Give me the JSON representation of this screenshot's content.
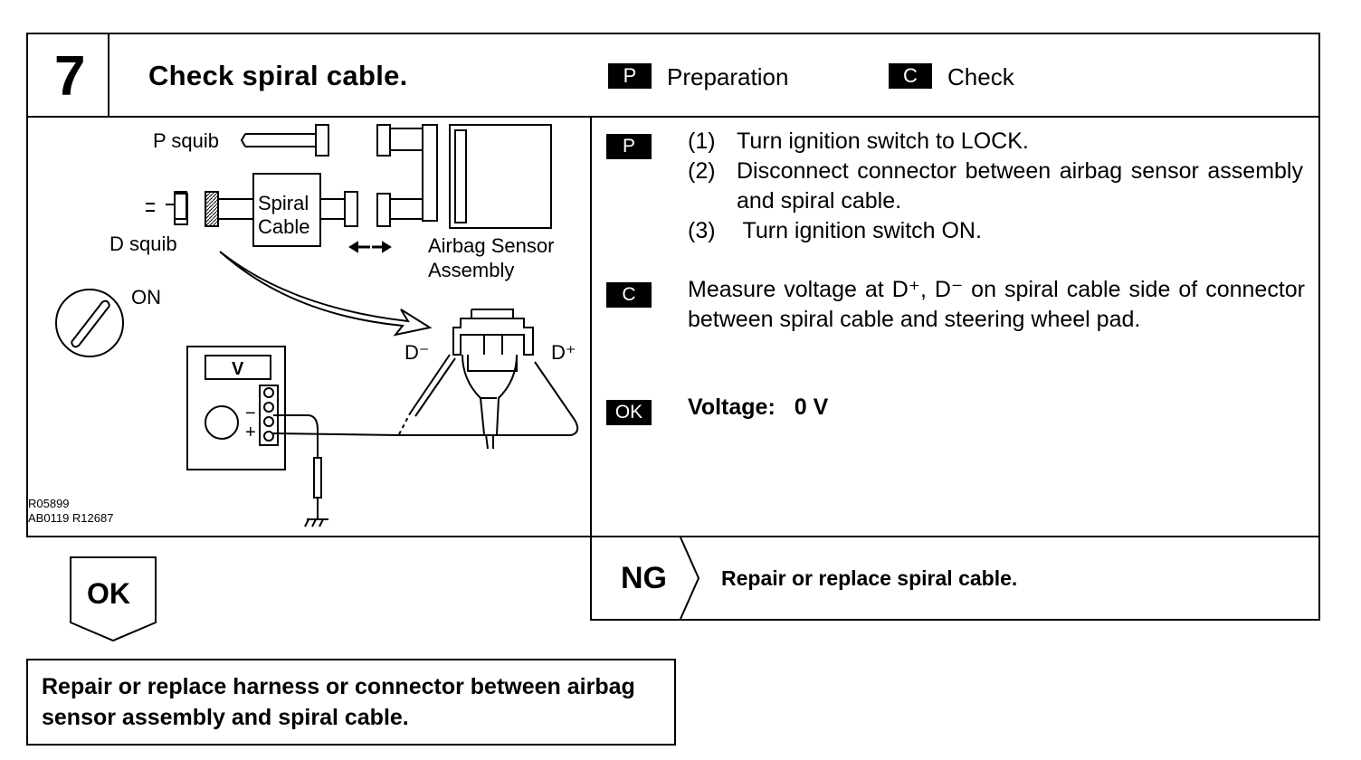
{
  "header": {
    "step_number": "7",
    "title": "Check spiral cable.",
    "legend": [
      {
        "badge": "P",
        "label": "Preparation"
      },
      {
        "badge": "C",
        "label": "Check"
      }
    ]
  },
  "diagram": {
    "labels": {
      "p_squib": "P squib",
      "d_squib": "D squib",
      "spiral_cable_line1": "Spiral",
      "spiral_cable_line2": "Cable",
      "airbag_sensor_line1": "Airbag Sensor",
      "airbag_sensor_line2": "Assembly",
      "ignition_on": "ON",
      "meter_display": "V",
      "d_minus": "D⁻",
      "d_plus": "D⁺",
      "meter_minus": "−",
      "meter_plus": "+"
    },
    "ref_codes": [
      "R05899",
      "AB0119  R12687"
    ]
  },
  "preparation": {
    "badge": "P",
    "steps": [
      {
        "num": "(1)",
        "text": "Turn ignition switch to LOCK."
      },
      {
        "num": "(2)",
        "text": "Disconnect connector between airbag sensor assembly and spiral cable."
      },
      {
        "num": "(3)",
        "text": " Turn ignition switch ON."
      }
    ]
  },
  "check": {
    "badge": "C",
    "text": "Measure voltage at D⁺, D⁻ on spiral cable side of connector between spiral cable and steering wheel pad."
  },
  "ok_spec": {
    "badge": "OK",
    "label": "Voltage:",
    "value": "0 V"
  },
  "ng": {
    "label": "NG",
    "action": "Repair or replace spiral cable."
  },
  "ok_result": {
    "label": "OK",
    "action": "Repair or replace harness or connector between airbag sensor assembly and spiral cable."
  }
}
